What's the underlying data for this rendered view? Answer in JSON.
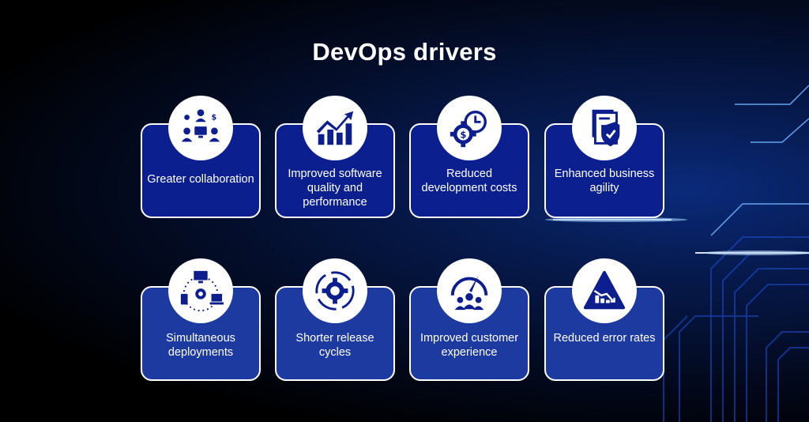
{
  "title": "DevOps drivers",
  "colors": {
    "card_top": "#0b1f8f",
    "card_bottom": "#1d3aa0",
    "icon": "#0d1f8f",
    "accent": "#ffffff"
  },
  "drivers": [
    {
      "label": "Greater collaboration",
      "icon": "team-collaboration-icon"
    },
    {
      "label": "Improved software quality and performance",
      "icon": "growth-chart-icon"
    },
    {
      "label": "Reduced development costs",
      "icon": "cost-gear-clock-icon"
    },
    {
      "label": "Enhanced business agility",
      "icon": "documents-shield-icon"
    },
    {
      "label": "Simultaneous deployments",
      "icon": "devices-network-icon"
    },
    {
      "label": "Shorter release cycles",
      "icon": "gear-cycle-icon"
    },
    {
      "label": "Improved customer experience",
      "icon": "customer-gauge-icon"
    },
    {
      "label": "Reduced error rates",
      "icon": "error-chart-icon"
    }
  ]
}
